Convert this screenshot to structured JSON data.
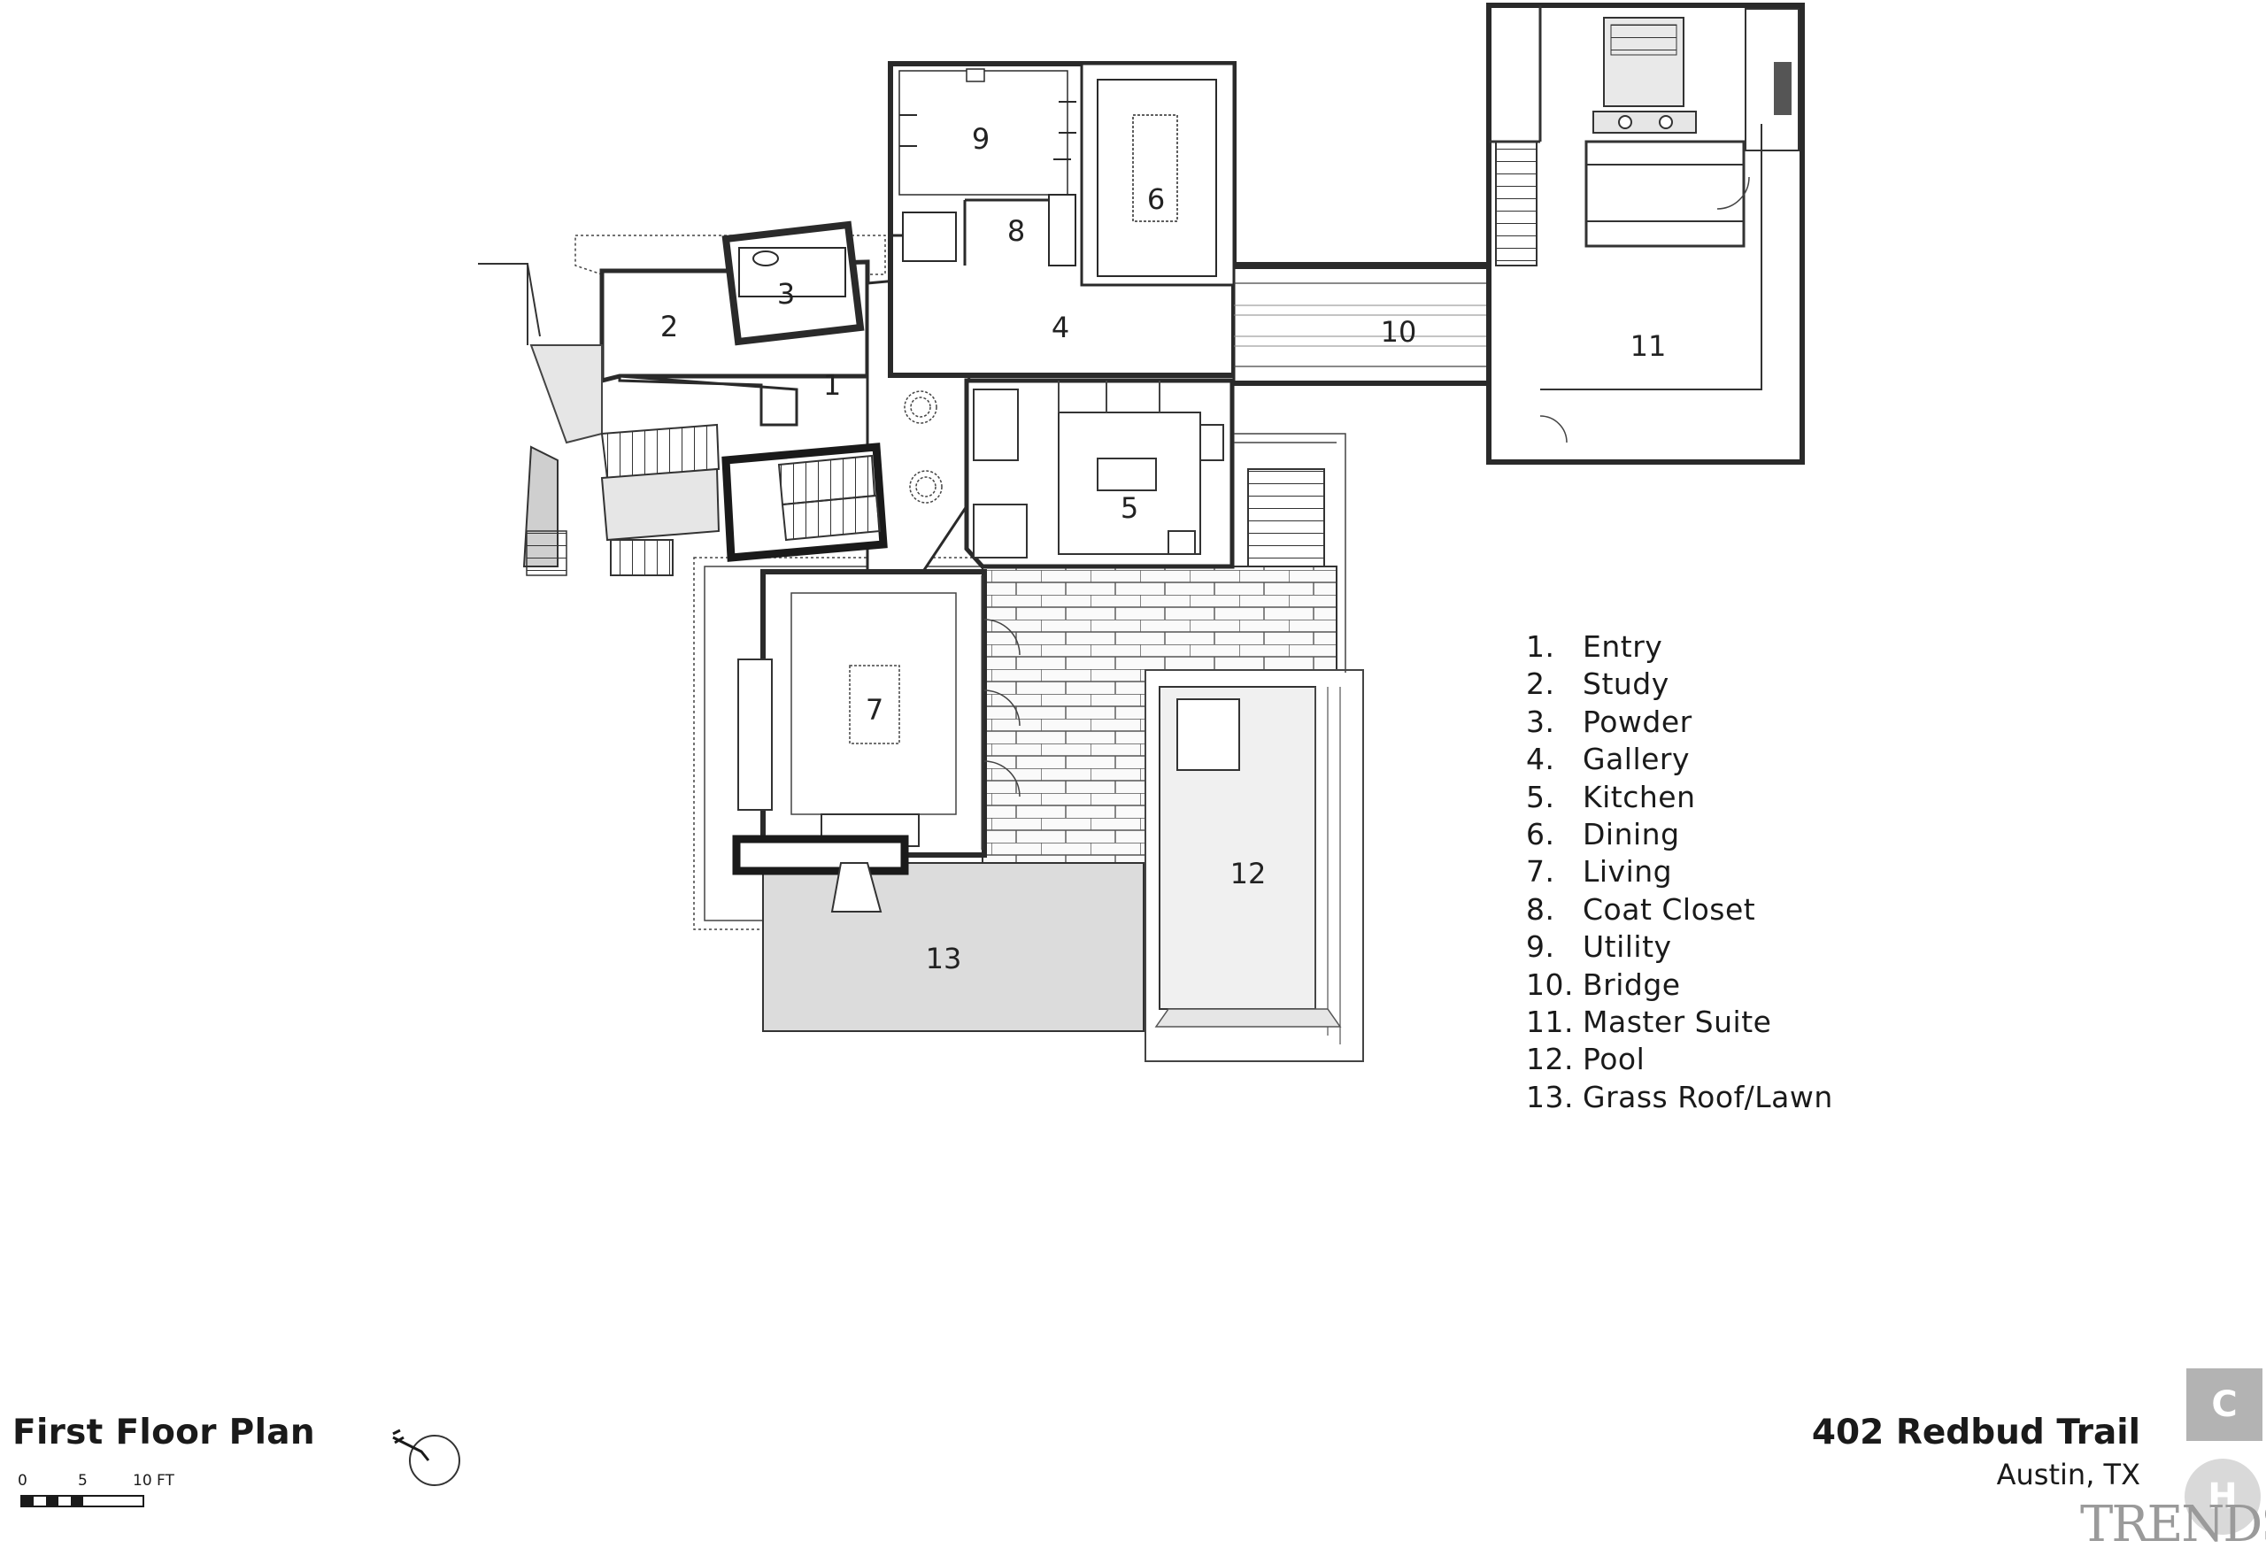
{
  "rooms": [
    "1",
    "2",
    "3",
    "4",
    "5",
    "6",
    "7",
    "8",
    "9",
    "10",
    "11",
    "12",
    "13"
  ],
  "legend": [
    {
      "num": "1.",
      "label": "Entry"
    },
    {
      "num": "2.",
      "label": "Study"
    },
    {
      "num": "3.",
      "label": "Powder"
    },
    {
      "num": "4.",
      "label": "Gallery"
    },
    {
      "num": "5.",
      "label": "Kitchen"
    },
    {
      "num": "6.",
      "label": "Dining"
    },
    {
      "num": "7.",
      "label": "Living"
    },
    {
      "num": "8.",
      "label": "Coat Closet"
    },
    {
      "num": "9.",
      "label": "Utility"
    },
    {
      "num": "10.",
      "label": "Bridge"
    },
    {
      "num": "11.",
      "label": "Master Suite"
    },
    {
      "num": "12.",
      "label": "Pool"
    },
    {
      "num": "13.",
      "label": "Grass Roof/Lawn"
    }
  ],
  "title": "First Floor Plan",
  "scale": {
    "t0": "0",
    "t5": "5",
    "t10": "10 FT"
  },
  "address": {
    "street": "402 Redbud Trail",
    "city": "Austin, TX"
  },
  "badges": {
    "c": "C",
    "h": "H"
  },
  "brand": "TRENDS",
  "colors": {
    "wall": "#2a2a2a",
    "fill_light": "#e9e9e9",
    "fill_grass": "#dcdcdc",
    "pool": "#f0f0f0"
  }
}
